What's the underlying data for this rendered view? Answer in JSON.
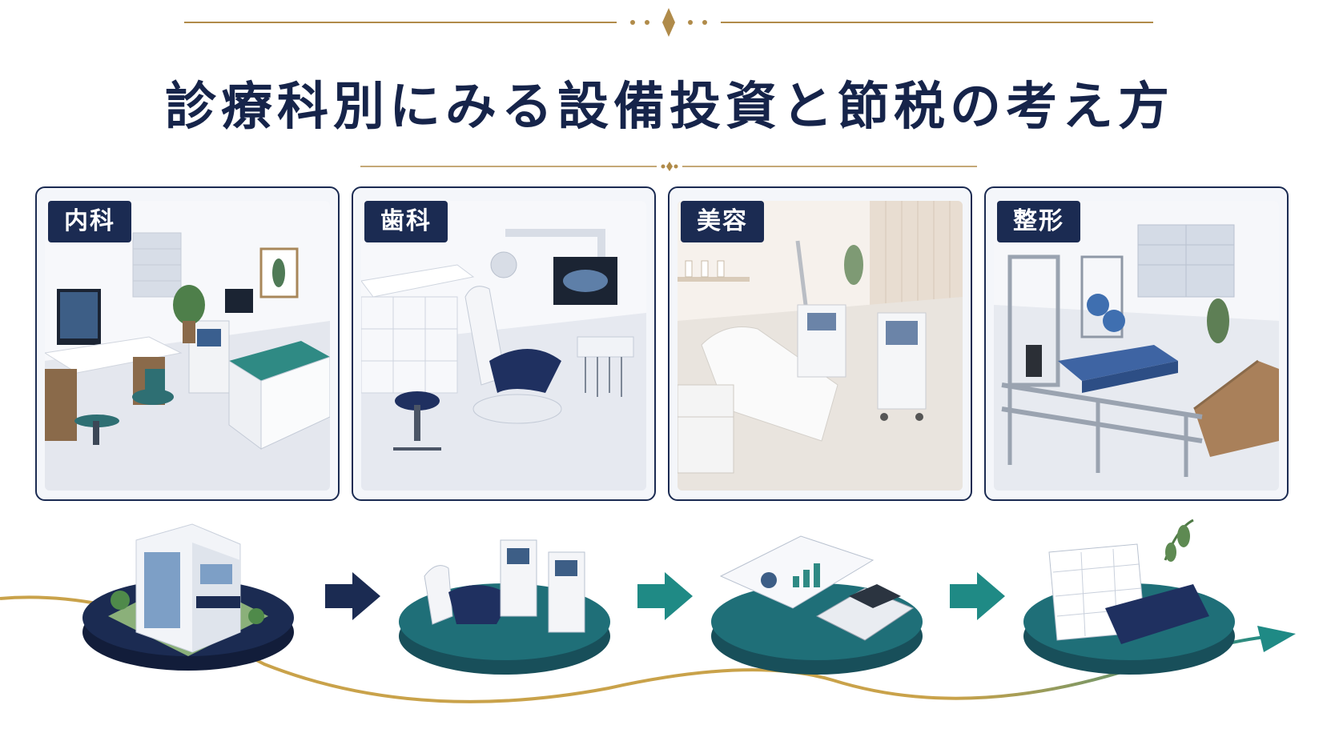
{
  "title": "診療科別にみる設備投資と節税の考え方",
  "cards": [
    {
      "label": "内科",
      "icon": "internal-medicine-clinic-icon"
    },
    {
      "label": "歯科",
      "icon": "dental-clinic-icon"
    },
    {
      "label": "美容",
      "icon": "aesthetic-clinic-icon"
    },
    {
      "label": "整形",
      "icon": "orthopedic-rehab-icon"
    }
  ],
  "flow_steps": [
    {
      "icon": "clinic-building-icon",
      "platform_color": "#1b2b52"
    },
    {
      "icon": "medical-equipment-icon",
      "platform_color": "#1f6f78"
    },
    {
      "icon": "financial-report-calculator-icon",
      "platform_color": "#1f6f78"
    },
    {
      "icon": "calendar-book-plant-icon",
      "platform_color": "#1f6f78"
    }
  ],
  "colors": {
    "navy": "#1b2b52",
    "teal": "#1f8a85",
    "gold": "#c9a24a"
  }
}
